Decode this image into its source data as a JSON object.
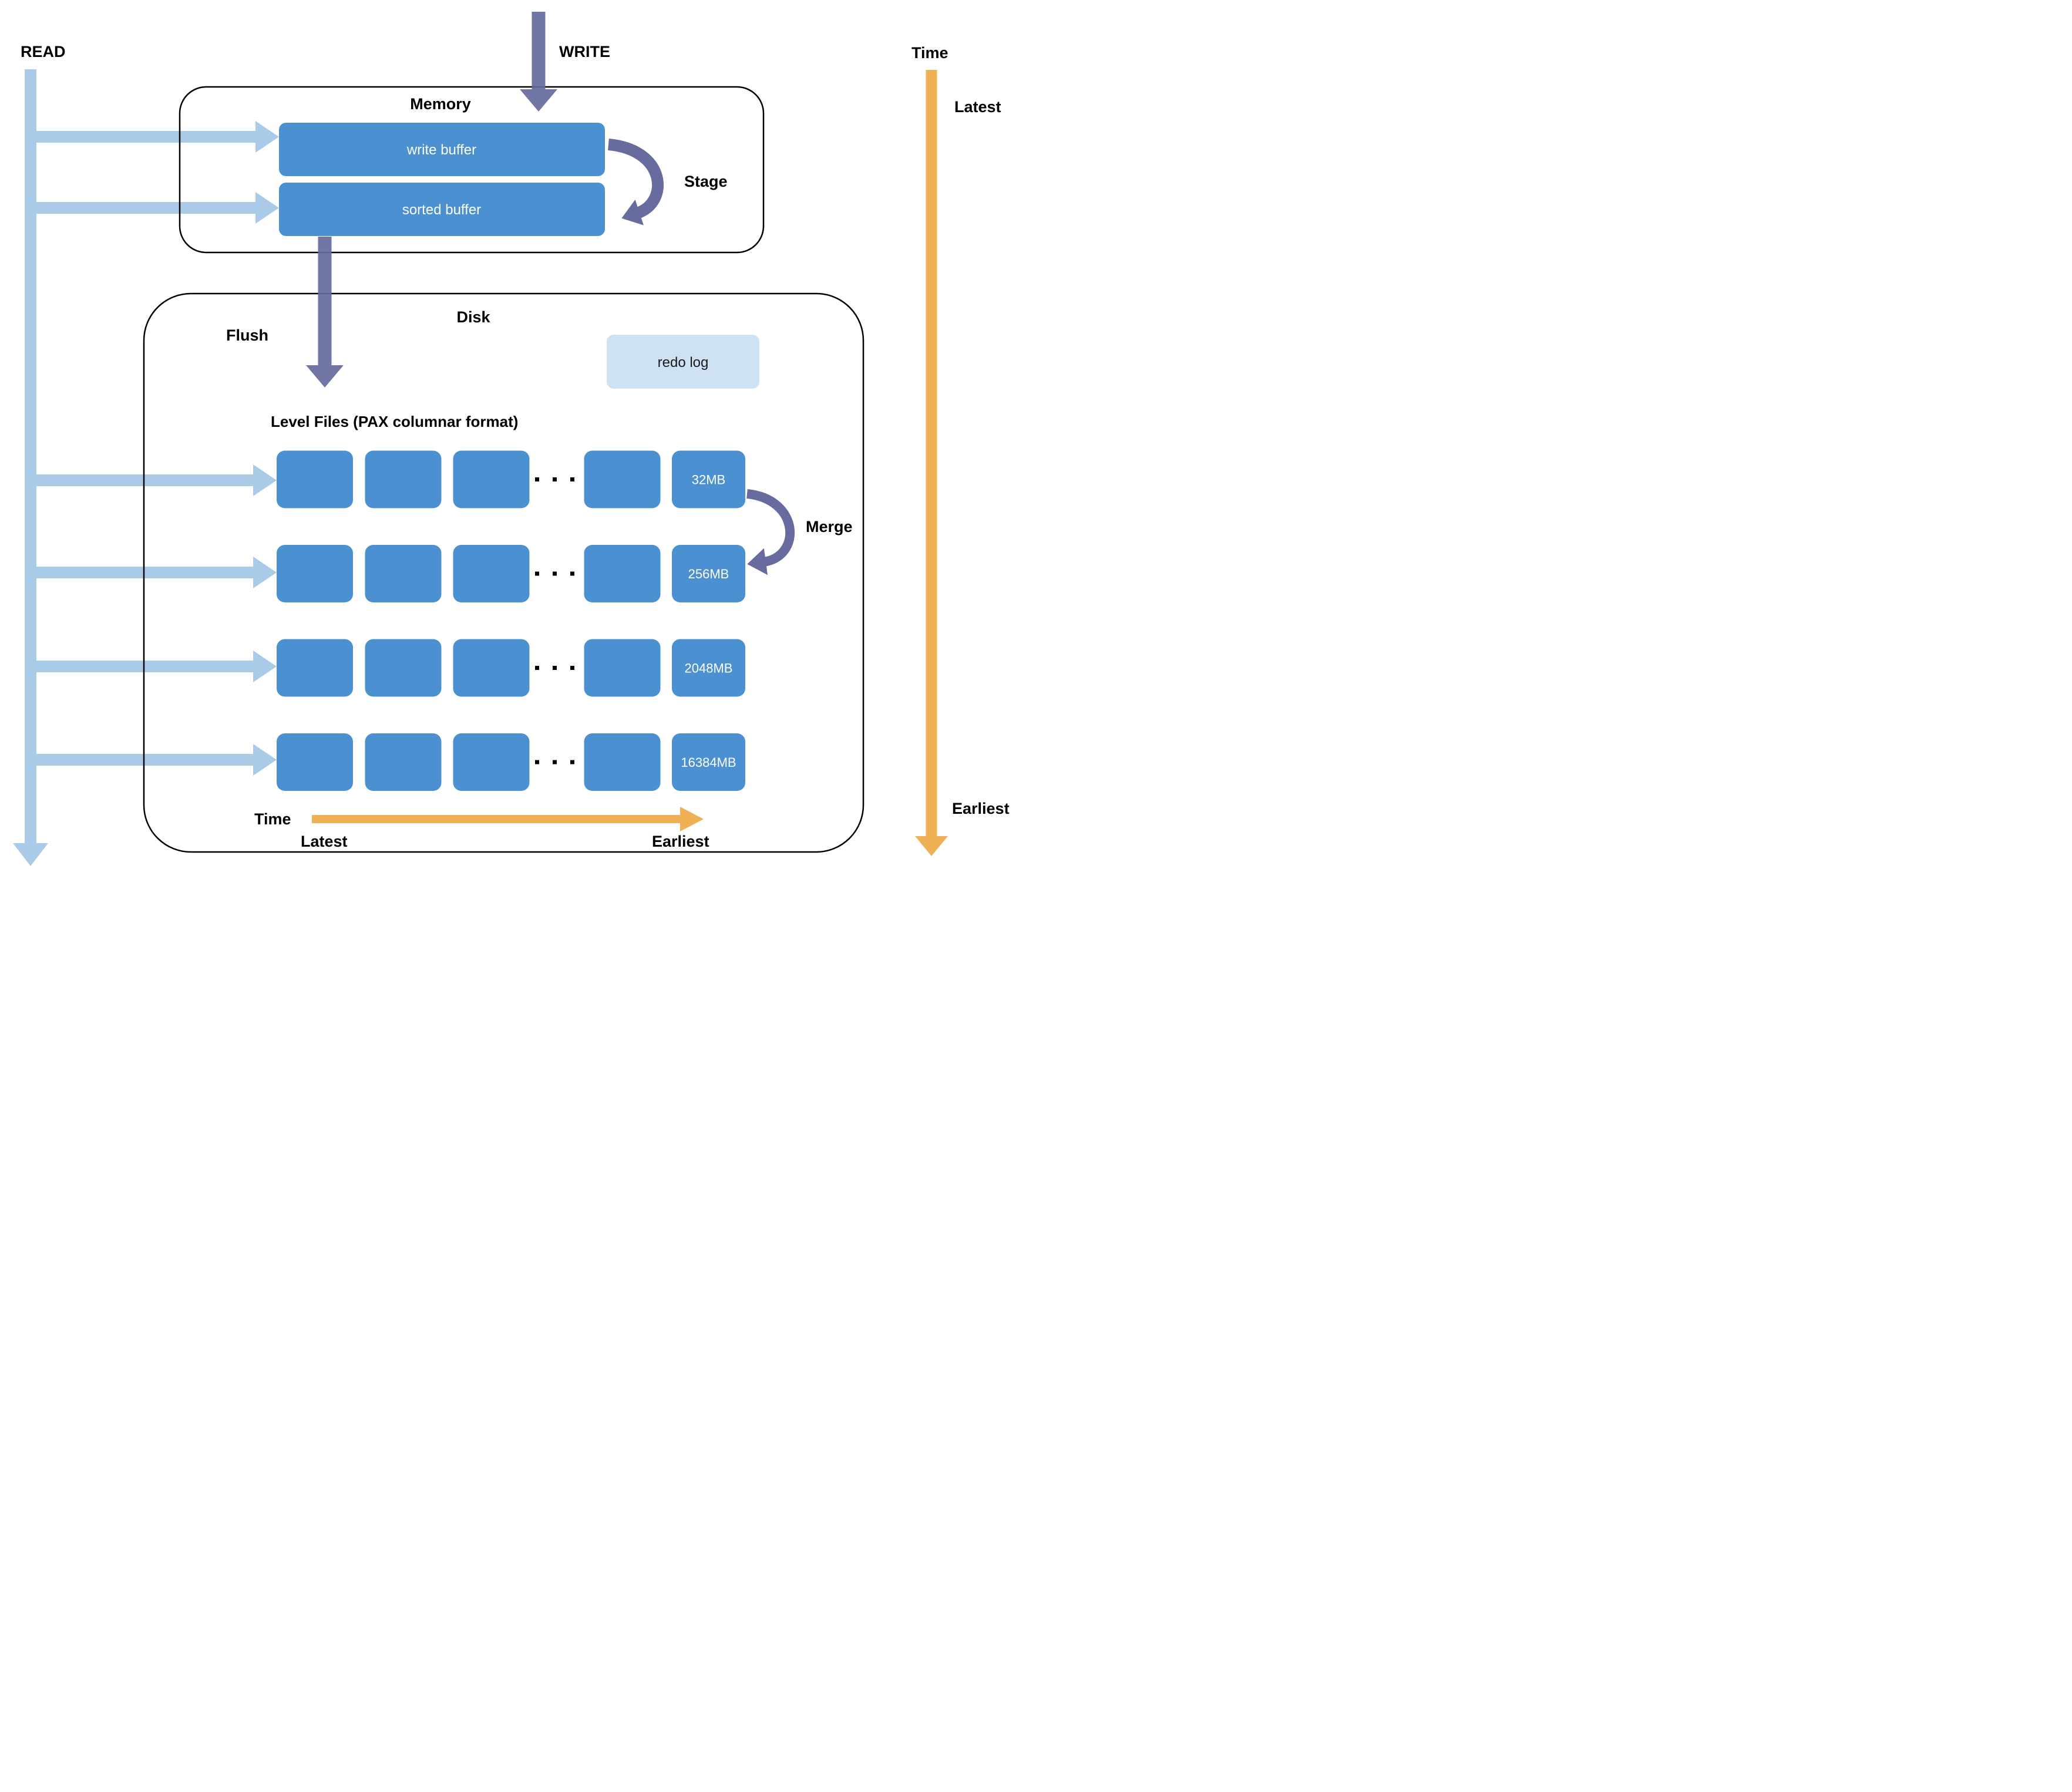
{
  "diagram": {
    "left_axis": {
      "label": "READ"
    },
    "top": {
      "label": "WRITE"
    },
    "right_axis": {
      "label": "Time",
      "top_label": "Latest",
      "bottom_label": "Earliest"
    },
    "memory": {
      "title": "Memory",
      "write_buffer": "write buffer",
      "sorted_buffer": "sorted buffer",
      "stage": "Stage"
    },
    "flush_label": "Flush",
    "disk": {
      "title": "Disk",
      "redo_log": "redo log",
      "level_files_title": "Level Files (PAX columnar format)",
      "merge": "Merge",
      "levels": [
        {
          "size": "32MB"
        },
        {
          "size": "256MB"
        },
        {
          "size": "2048MB"
        },
        {
          "size": "16384MB"
        }
      ],
      "time_axis": {
        "label": "Time",
        "left_label": "Latest",
        "right_label": "Earliest"
      }
    },
    "colors": {
      "file_blue": "#4B90D1",
      "read_light_blue": "#A9CBE8",
      "redo_pale_blue": "#CFE2F3",
      "write_slate": "#676B9D",
      "time_orange": "#F0B156"
    }
  }
}
